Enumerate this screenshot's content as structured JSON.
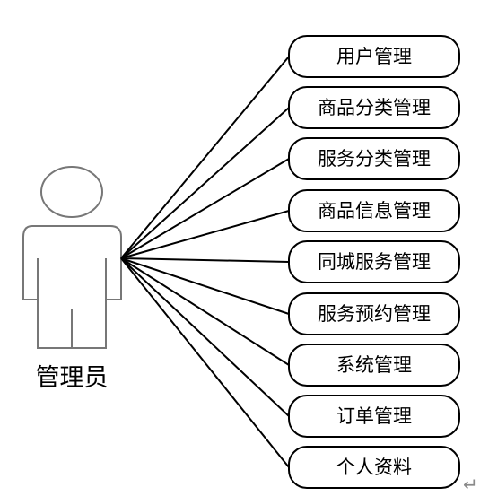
{
  "actor": {
    "label": "管理员"
  },
  "use_cases": [
    {
      "label": "用户管理"
    },
    {
      "label": "商品分类管理"
    },
    {
      "label": "服务分类管理"
    },
    {
      "label": "商品信息管理"
    },
    {
      "label": "同城服务管理"
    },
    {
      "label": "服务预约管理"
    },
    {
      "label": "系统管理"
    },
    {
      "label": "订单管理"
    },
    {
      "label": "个人资料"
    }
  ],
  "colors": {
    "line": "#000000",
    "actor_outline": "#777777",
    "background": "#ffffff",
    "return_mark": "#8a8a8a"
  },
  "return_mark": "↵"
}
